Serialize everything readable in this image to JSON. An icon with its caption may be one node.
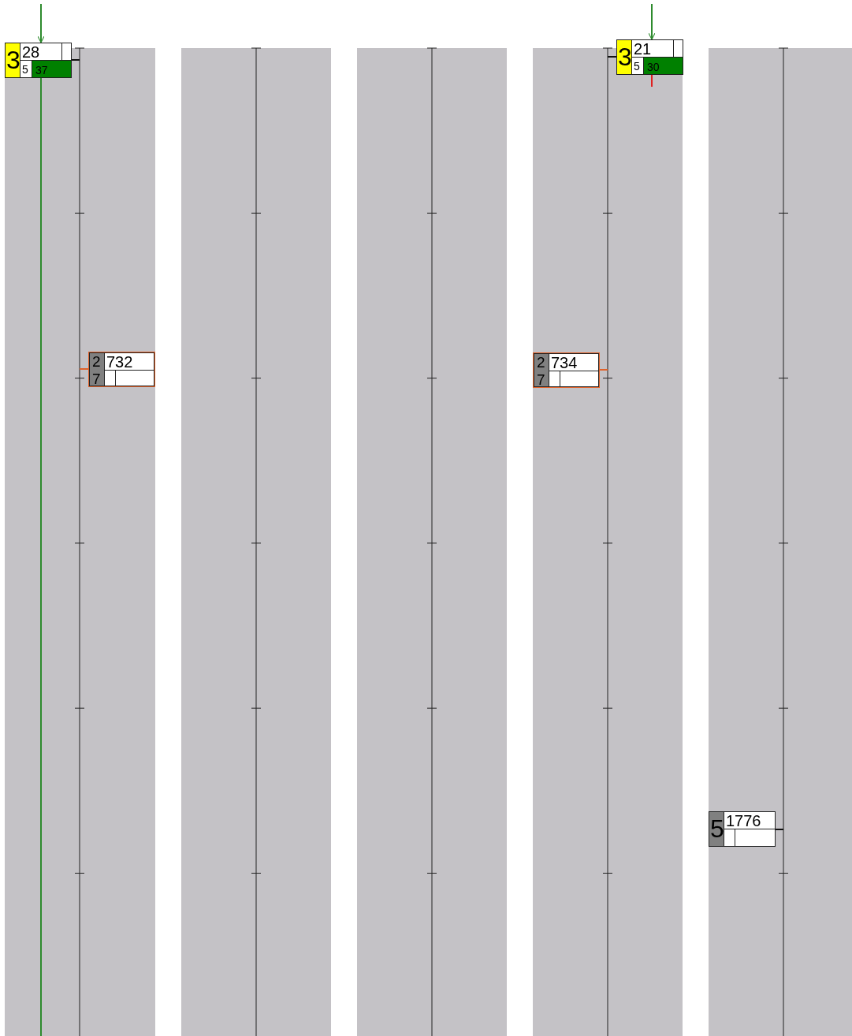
{
  "diagram": {
    "nodes": [
      {
        "text": [
          "3",
          "28",
          "5",
          "37"
        ]
      },
      {
        "text": [
          "2",
          "732",
          "7"
        ]
      },
      {
        "text": [
          "2",
          "734",
          "7"
        ]
      },
      {
        "text": [
          "3",
          "21",
          "5",
          "30"
        ]
      },
      {
        "text": [
          "5",
          "1776"
        ]
      }
    ],
    "edges": [
      {
        "from": null,
        "to": 0,
        "arrow": "to",
        "color": "#2e8b2e"
      },
      {
        "from": 0,
        "to": null,
        "arrow": "none",
        "color": "#2e8b2e"
      },
      {
        "from": 0,
        "to": null,
        "arrow": "none",
        "color": "#111111"
      },
      {
        "from": 1,
        "to": null,
        "arrow": "none",
        "color": "#e0622a"
      },
      {
        "from": 2,
        "to": null,
        "arrow": "none",
        "color": "#e0622a"
      },
      {
        "from": null,
        "to": 3,
        "arrow": "to",
        "color": "#2e8b2e"
      },
      {
        "from": 3,
        "to": null,
        "arrow": "none",
        "color": "#e02020"
      },
      {
        "from": 3,
        "to": null,
        "arrow": "none",
        "color": "#111111"
      },
      {
        "from": 4,
        "to": null,
        "arrow": "none",
        "color": "#111111"
      }
    ]
  }
}
